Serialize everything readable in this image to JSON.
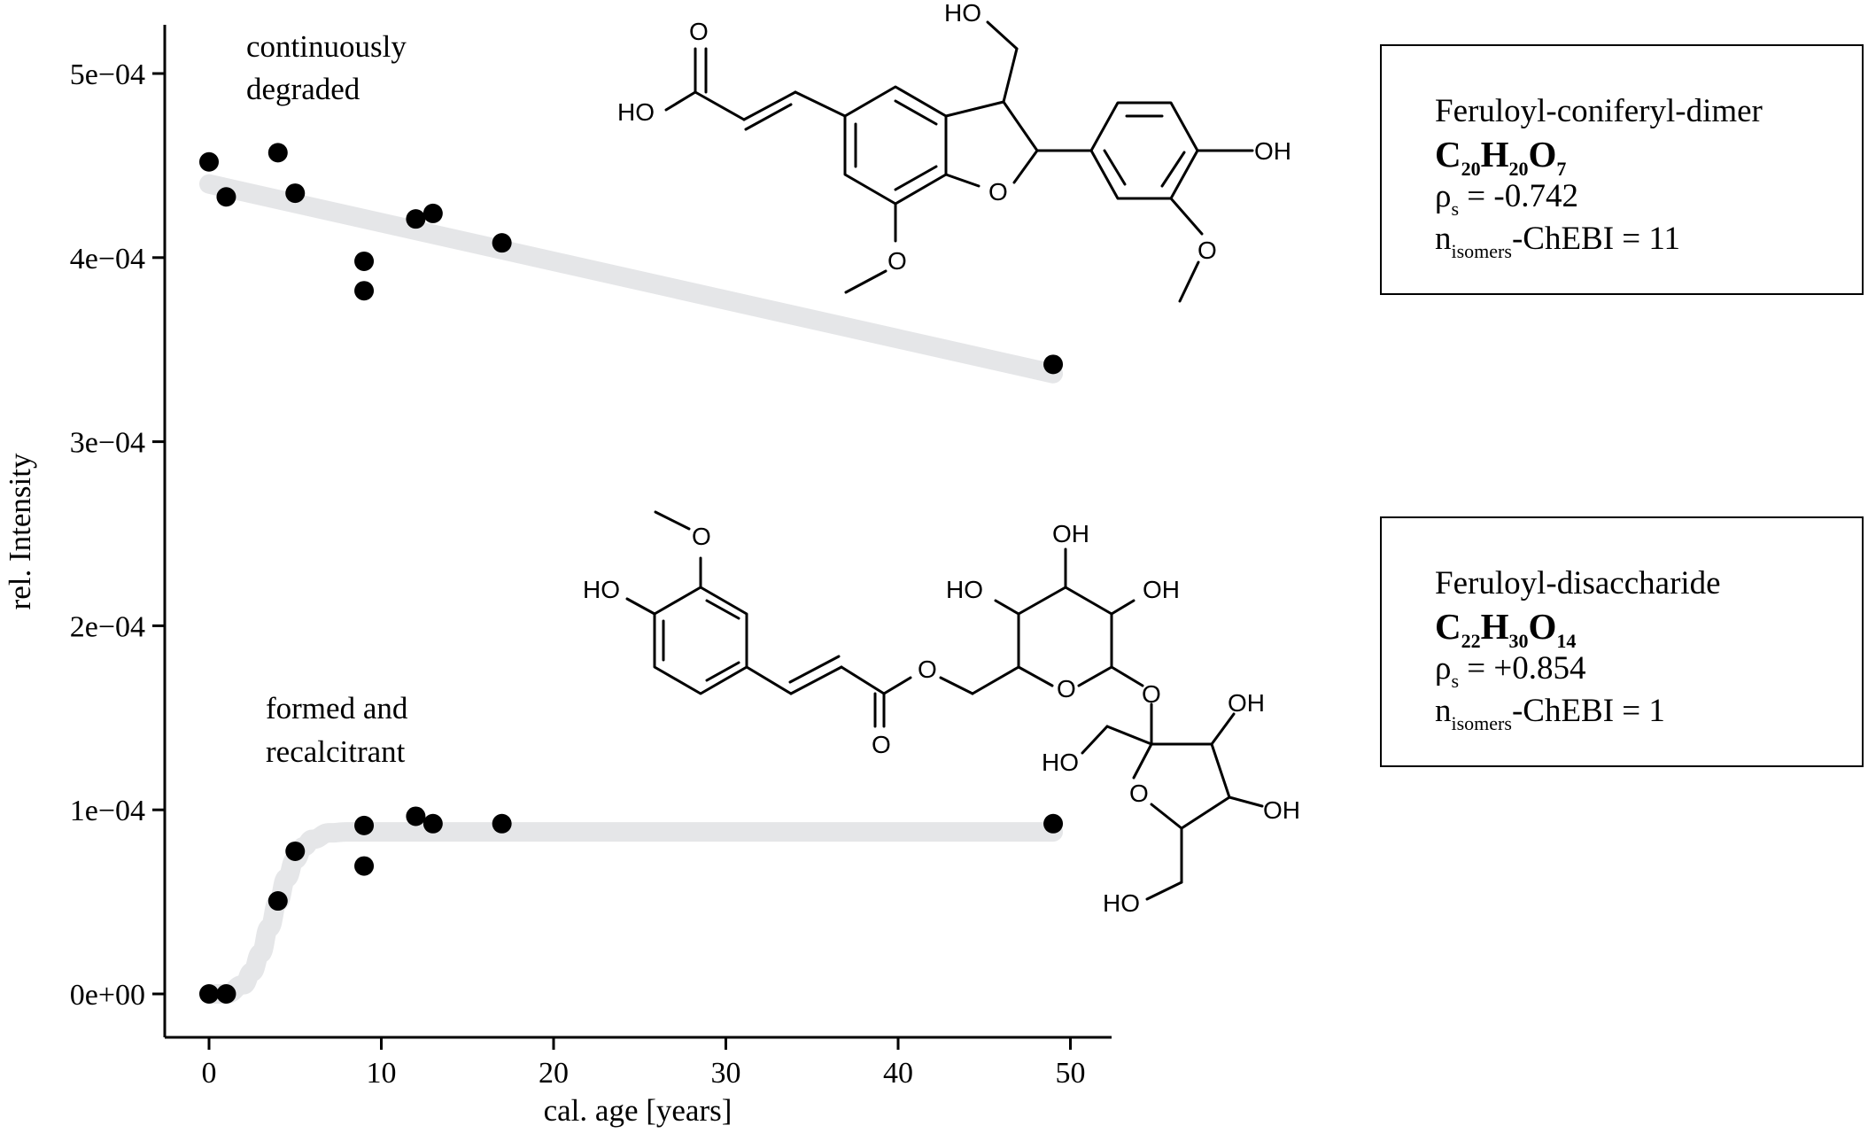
{
  "chart_data": {
    "type": "scatter",
    "xlabel": "cal. age [years]",
    "ylabel": "rel. Intensity",
    "xlim": [
      -2,
      52
    ],
    "ylim": [
      -5e-06,
      0.00053
    ],
    "x_ticks": [
      0,
      10,
      20,
      30,
      40,
      50
    ],
    "x_tick_labels": [
      "0",
      "10",
      "20",
      "30",
      "40",
      "50"
    ],
    "y_ticks": [
      0,
      0.0001,
      0.0002,
      0.0003,
      0.0004,
      0.0005
    ],
    "y_tick_labels": [
      "0e+00",
      "1e−04",
      "2e−04",
      "3e−04",
      "4e−04",
      "5e−04"
    ],
    "grid": false,
    "series": [
      {
        "points": [
          [
            0,
            0.000452
          ],
          [
            1,
            0.000433
          ],
          [
            4,
            0.000457
          ],
          [
            5,
            0.000435
          ],
          [
            9,
            0.000398
          ],
          [
            9,
            0.000382
          ],
          [
            12,
            0.000421
          ],
          [
            13,
            0.000424
          ],
          [
            17,
            0.000408
          ],
          [
            49,
            0.000342
          ]
        ],
        "trend": {
          "type": "linear",
          "x": [
            0,
            49
          ],
          "y": [
            0.00044,
            0.000337
          ]
        },
        "annotation": [
          "continuously",
          "degraded"
        ]
      },
      {
        "points": [
          [
            0,
            0.0
          ],
          [
            1,
            0.0
          ],
          [
            4,
            5.05e-05
          ],
          [
            5,
            7.75e-05
          ],
          [
            9,
            9.15e-05
          ],
          [
            9,
            6.95e-05
          ],
          [
            12,
            9.65e-05
          ],
          [
            13,
            9.25e-05
          ],
          [
            17,
            9.25e-05
          ],
          [
            49,
            9.25e-05
          ]
        ],
        "trend": {
          "type": "smooth",
          "x": [
            0,
            1,
            2,
            2.5,
            3,
            3.5,
            4,
            4.5,
            5,
            5.5,
            6,
            7,
            8,
            10,
            20,
            49
          ],
          "y": [
            0.0,
            0.0,
            5e-06,
            1.2e-05,
            2.2e-05,
            3.6e-05,
            5e-05,
            6.3e-05,
            7.3e-05,
            8e-05,
            8.4e-05,
            8.75e-05,
            8.8e-05,
            8.8e-05,
            8.8e-05,
            8.8e-05
          ]
        },
        "annotation": [
          "formed and",
          "recalcitrant"
        ]
      }
    ],
    "colors": {
      "points": "#000000",
      "trend": "#e5e6e8",
      "axis": "#000000"
    }
  },
  "compounds": [
    {
      "name": "Feruloyl-coniferyl-dimer",
      "formula": {
        "C": "20",
        "H": "20",
        "O": "7"
      },
      "rho_prefix": "ρ",
      "rho_sub": "s",
      "rho_value": " = -0.742",
      "n_prefix": "n",
      "n_sub": "isomers",
      "n_value": "-ChEBI = 11",
      "structure_labels": [
        "HO",
        "O",
        "HO",
        "O",
        "OH",
        "O"
      ]
    },
    {
      "name": "Feruloyl-disaccharide",
      "formula": {
        "C": "22",
        "H": "30",
        "O": "14"
      },
      "rho_prefix": "ρ",
      "rho_sub": "s",
      "rho_value": " = +0.854",
      "n_prefix": "n",
      "n_sub": "isomers",
      "n_value": "-ChEBI = 1",
      "structure_labels": [
        "O",
        "HO",
        "O",
        "O",
        "O",
        "HO",
        "OH",
        "OH",
        "O",
        "OH",
        "HO",
        "O",
        "OH",
        "OH",
        "HO"
      ]
    }
  ]
}
